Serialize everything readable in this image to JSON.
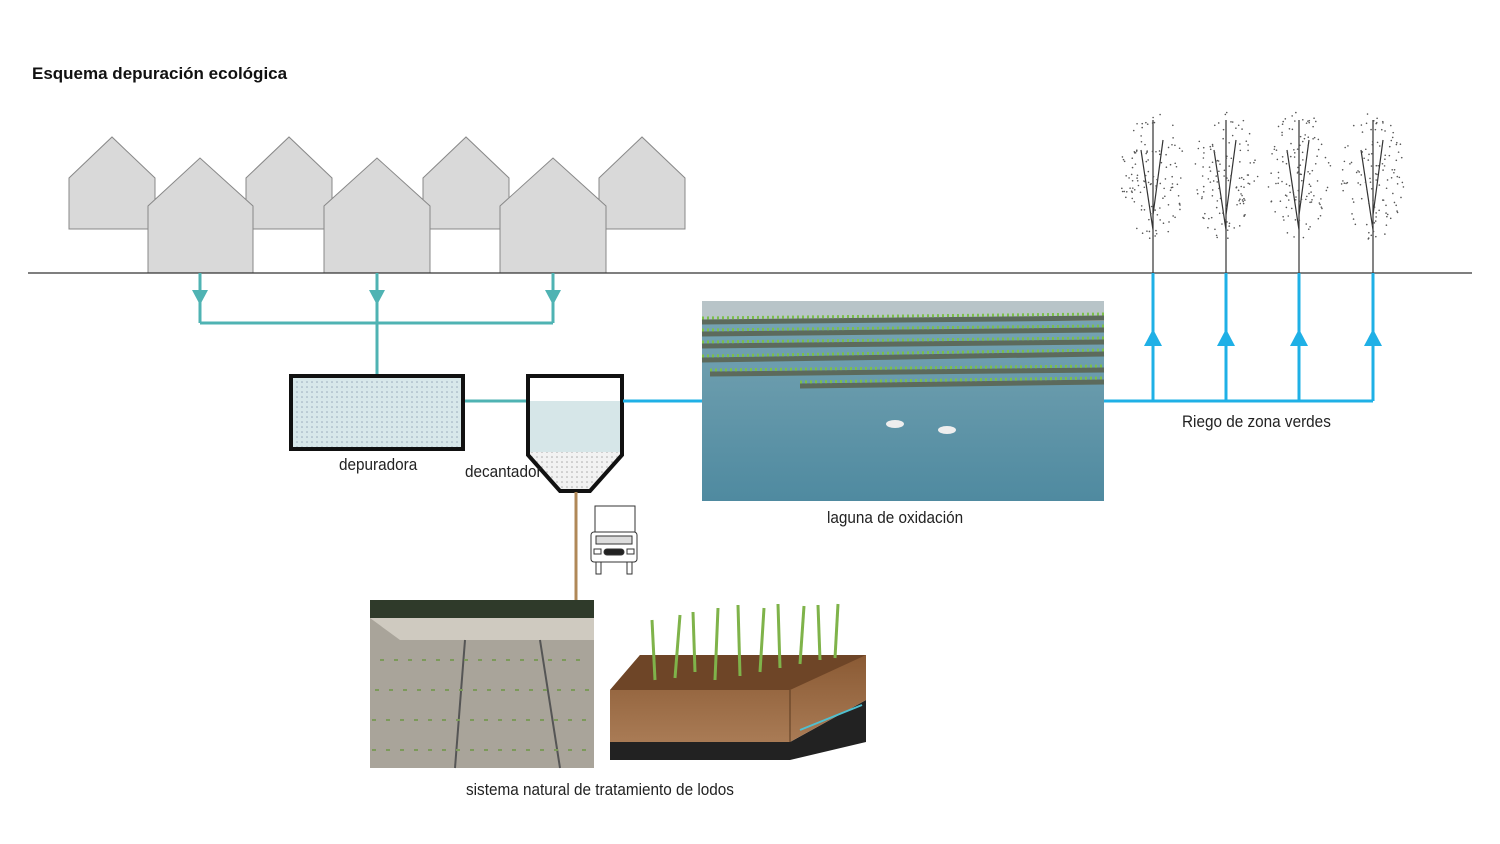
{
  "title": "Esquema depuración ecológica",
  "labels": {
    "depuradora": "depuradora",
    "decantador": "decantador",
    "laguna": "laguna de oxidación",
    "riego": "Riego de zona verdes",
    "lodos": "sistema natural de tratamiento de lodos"
  },
  "colors": {
    "sewer_pipe": "#4fb3b3",
    "irrigation_pipe": "#1fb0e6",
    "sludge_pipe": "#b08858",
    "house_fill": "#d9d9d9",
    "tank_fill": "#d6e6e8"
  }
}
